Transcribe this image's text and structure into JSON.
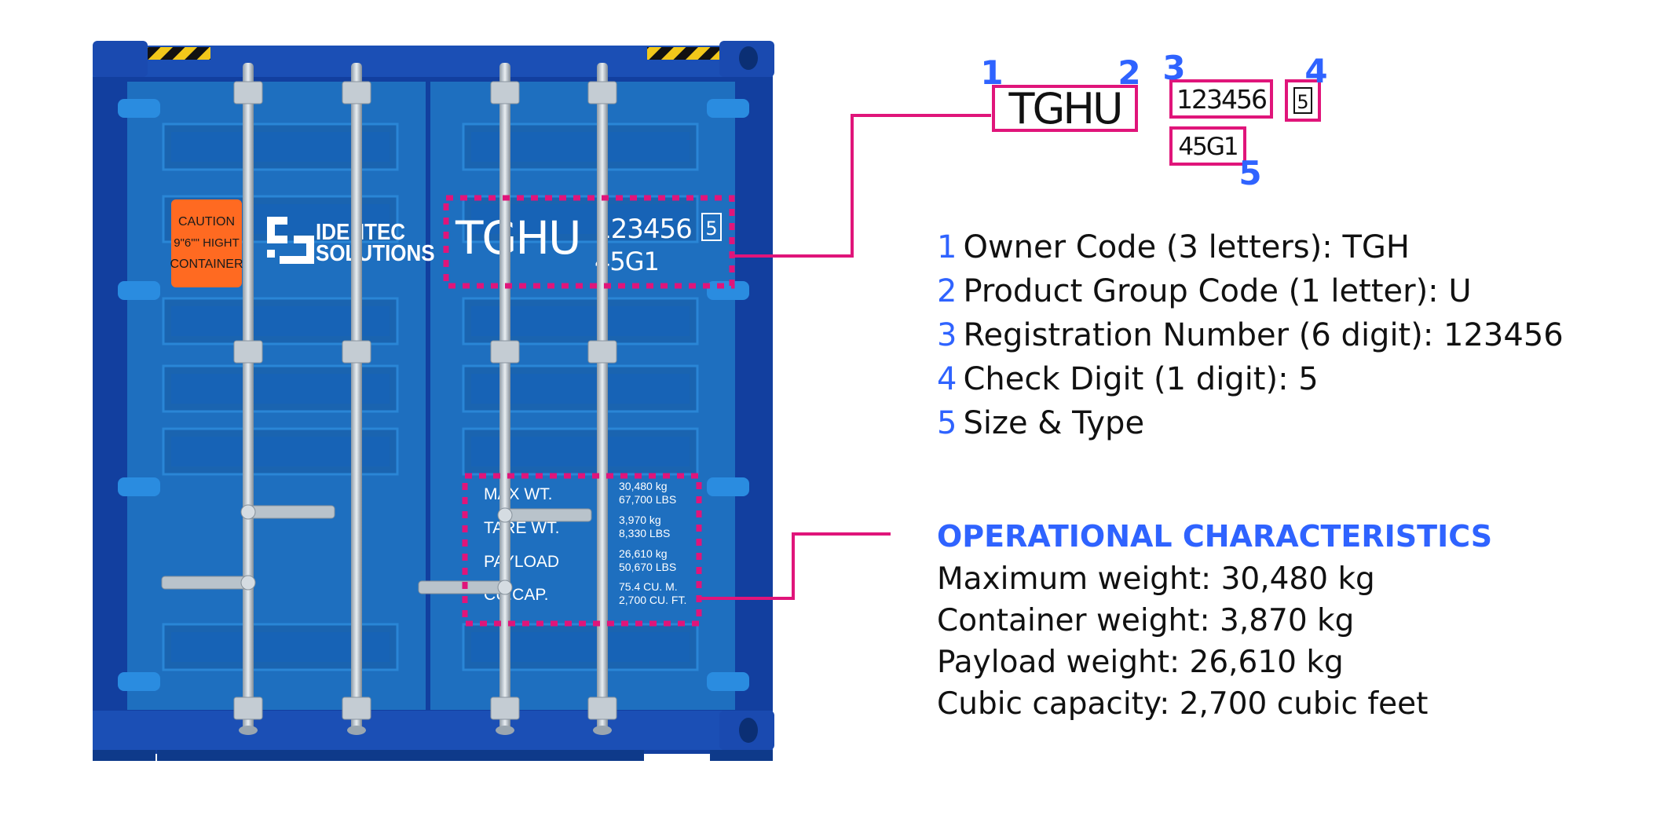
{
  "colors": {
    "container_blue": "#1e6fbf",
    "frame_blue": "#123f9f",
    "highlight_pink": "#e0157a",
    "accent_blue": "#2f63ff",
    "caution_orange": "#ff6a21"
  },
  "container": {
    "caution_lines": [
      "CAUTION",
      "9\"6\"\" HIGHT",
      "CONTAINER"
    ],
    "brand_lines": [
      "IDENTEC",
      "SOLUTIONS"
    ],
    "door_code": "TGHU",
    "door_serial": "123456",
    "door_type": "45G1",
    "door_check": "5",
    "specs": [
      {
        "label": "MAX WT.",
        "values": [
          "30,480 kg",
          "67,700 LBS"
        ]
      },
      {
        "label": "TARE WT.",
        "values": [
          "3,970 kg",
          "8,330 LBS"
        ]
      },
      {
        "label": "PAYLOAD",
        "values": [
          "26,610 kg",
          "50,670 LBS"
        ]
      },
      {
        "label": "CU.CAP.",
        "values": [
          "75.4 CU. M.",
          "2,700 CU. FT."
        ]
      }
    ]
  },
  "code_callout": {
    "owner_box": "TGHU",
    "serial_box": "123456",
    "check_box": "5",
    "type_box": "45G1",
    "markers": [
      "1",
      "2",
      "3",
      "4",
      "5"
    ]
  },
  "legend": [
    {
      "num": "1",
      "text": "Owner Code (3 letters): TGH"
    },
    {
      "num": "2",
      "text": "Product Group Code (1 letter): U"
    },
    {
      "num": "3",
      "text": "Registration Number (6 digit): 123456"
    },
    {
      "num": "4",
      "text": "Check Digit (1 digit): 5"
    },
    {
      "num": "5",
      "text": "Size & Type"
    }
  ],
  "operational": {
    "title": "OPERATIONAL CHARACTERISTICS",
    "lines": [
      "Maximum weight: 30,480 kg",
      "Container weight: 3,870 kg",
      "Payload weight: 26,610 kg",
      "Cubic capacity: 2,700 cubic feet"
    ]
  }
}
